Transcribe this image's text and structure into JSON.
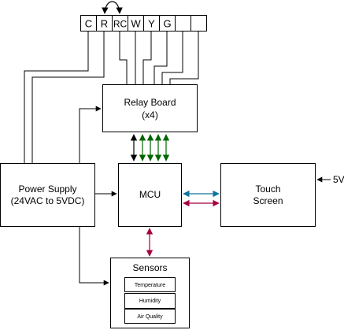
{
  "terminals": [
    "C",
    "R",
    "RC",
    "W",
    "Y",
    "G",
    "",
    ""
  ],
  "relay_board": {
    "line1": "Relay Board",
    "line2": "(x4)"
  },
  "power_supply": {
    "line1": "Power Supply",
    "line2": "(24VAC to 5VDC)"
  },
  "mcu": {
    "label": "MCU"
  },
  "touch_screen": {
    "line1": "Touch",
    "line2": "Screen"
  },
  "input_5v": {
    "label": "5V"
  },
  "sensors": {
    "title": "Sensors",
    "items": [
      "Temperature",
      "Humidity",
      "Air Quality"
    ]
  },
  "colors": {
    "line": "#000000",
    "relay_arrows": "#006600",
    "touch_link_top": "#10739e",
    "touch_link_bottom": "#a50040",
    "sensor_link": "#a50040"
  }
}
